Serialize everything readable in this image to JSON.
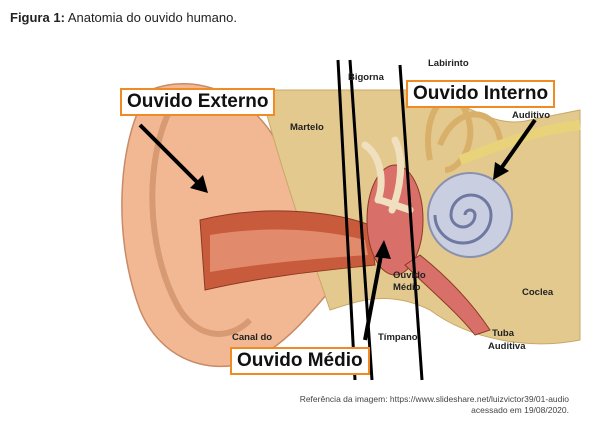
{
  "caption": {
    "label": "Figura 1:",
    "text": "Anatomia do ouvido humano."
  },
  "figure": {
    "boxes": {
      "outer": "Ouvido Externo",
      "inner": "Ouvido Interno",
      "middle": "Ouvido Médio"
    },
    "labels": {
      "labirinto": "Labirinto",
      "bigorna": "Bigorna",
      "martelo": "Martelo",
      "auditivo": "Auditivo",
      "ouvido": "Ouvido",
      "medio": "Médio",
      "timpano": "Tímpano",
      "coclea": "Coclea",
      "tuba": "Tuba",
      "auditiva": "Auditiva",
      "canal": "Canal do"
    },
    "colors": {
      "box_border": "#f08a24",
      "skin": "#f2b894",
      "bone": "#e3c98e",
      "canal": "#c95b3d"
    }
  },
  "reference": {
    "line1": "Referência da imagem: https://www.slideshare.net/luizvictor39/01-audio",
    "line2": "acessado em 19/08/2020."
  }
}
